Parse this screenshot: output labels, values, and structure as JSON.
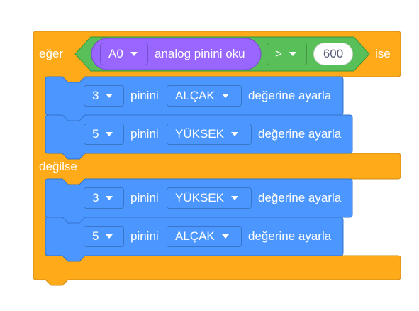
{
  "if_else_block": {
    "if_label": "eğer",
    "then_label": "ise",
    "else_label": "değilse",
    "color": "#ffab19"
  },
  "condition": {
    "operator": ">",
    "operand_value": "600",
    "color": "#59c059",
    "reporter": {
      "pin": "A0",
      "label": "analog pinini oku",
      "color": "#9966ff"
    }
  },
  "then_blocks": [
    {
      "pin": "3",
      "pin_label": "pinini",
      "state": "ALÇAK",
      "suffix": "değerine ayarla"
    },
    {
      "pin": "5",
      "pin_label": "pinini",
      "state": "YÜKSEK",
      "suffix": "değerine ayarla"
    }
  ],
  "else_blocks": [
    {
      "pin": "3",
      "pin_label": "pinini",
      "state": "YÜKSEK",
      "suffix": "değerine ayarla"
    },
    {
      "pin": "5",
      "pin_label": "pinini",
      "state": "ALÇAK",
      "suffix": "değerine ayarla"
    }
  ],
  "colors": {
    "motion_blue": "#4c97ff",
    "control_orange": "#ffab19",
    "operator_green": "#59c059",
    "sensing_purple": "#9966ff"
  }
}
